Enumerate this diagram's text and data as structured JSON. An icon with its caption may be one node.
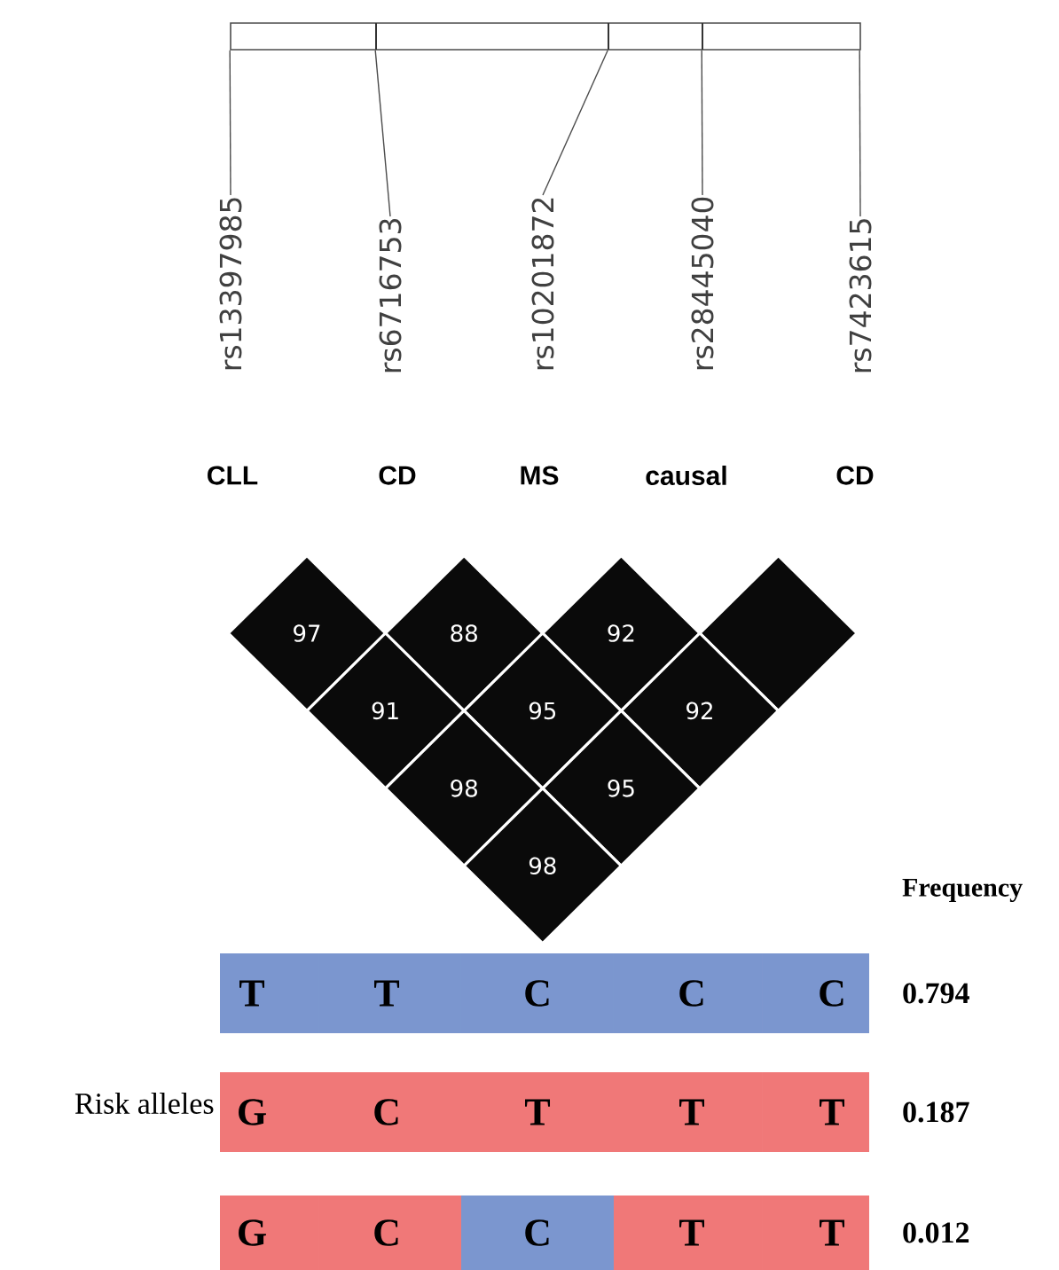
{
  "diagram": {
    "nodes": [
      {
        "text": [],
        "shape": "bar"
      },
      {
        "text": [
          "rs13397985"
        ]
      },
      {
        "text": [
          "rs6716753"
        ]
      },
      {
        "text": [
          "rs10201872"
        ]
      },
      {
        "text": [
          "rs28445040"
        ]
      },
      {
        "text": [
          "rs7423615"
        ]
      },
      {
        "text": [
          "97"
        ]
      },
      {
        "text": [
          "88"
        ]
      },
      {
        "text": [
          "92"
        ]
      },
      {
        "text": [],
        "shape": "diamond"
      },
      {
        "text": [
          "91"
        ]
      },
      {
        "text": [
          "95"
        ]
      },
      {
        "text": [
          "92"
        ]
      },
      {
        "text": [
          "98"
        ]
      },
      {
        "text": [
          "95"
        ]
      },
      {
        "text": [
          "98"
        ]
      },
      {
        "text": [
          "T",
          "T",
          "C",
          "C",
          "C"
        ],
        "beside": [
          "0.794"
        ]
      },
      {
        "text": [
          "G",
          "C",
          "T",
          "T",
          "T"
        ],
        "beside": [
          "0.187"
        ]
      },
      {
        "text": [
          "G",
          "C",
          "C",
          "T",
          "T"
        ],
        "beside": [
          "0.012"
        ]
      }
    ],
    "edges": [
      {
        "from": 1,
        "to": 0,
        "arrow": "none"
      },
      {
        "from": 2,
        "to": 0,
        "arrow": "none"
      },
      {
        "from": 3,
        "to": 0,
        "arrow": "none"
      },
      {
        "from": 4,
        "to": 0,
        "arrow": "none"
      },
      {
        "from": 5,
        "to": 0,
        "arrow": "none"
      }
    ],
    "labels": [
      "CLL",
      "CD",
      "MS",
      "causal",
      "CD",
      "Frequency",
      "Risk alleles"
    ]
  }
}
